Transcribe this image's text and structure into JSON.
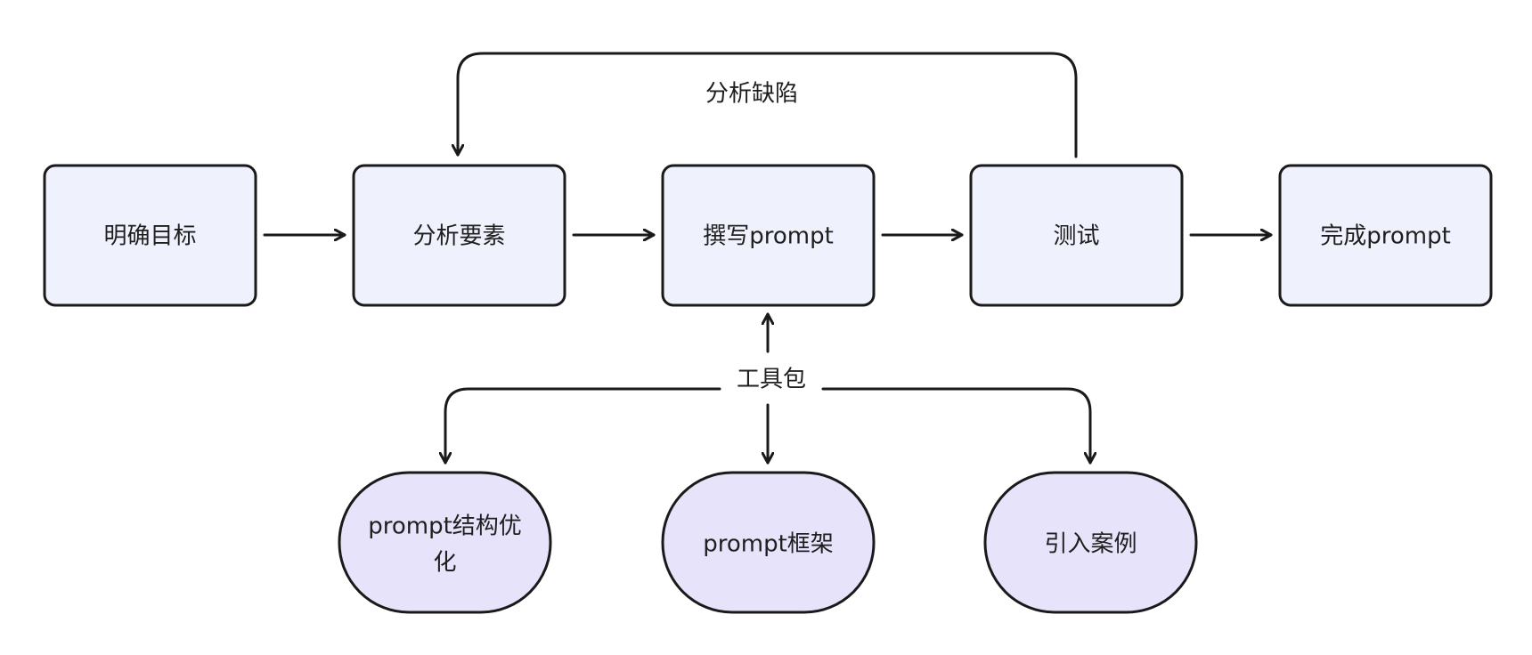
{
  "colors": {
    "process_fill": "#eff1fc",
    "tool_fill": "#e6e3fb",
    "stroke": "#1a1a1a"
  },
  "steps": [
    {
      "label": "明确目标"
    },
    {
      "label": "分析要素"
    },
    {
      "label": "撰写prompt"
    },
    {
      "label": "测试"
    },
    {
      "label": "完成prompt"
    }
  ],
  "feedback_label": "分析缺陷",
  "toolkit_label": "工具包",
  "tools": [
    {
      "label_line1": "prompt结构优",
      "label_line2": "化"
    },
    {
      "label": "prompt框架"
    },
    {
      "label": "引入案例"
    }
  ]
}
